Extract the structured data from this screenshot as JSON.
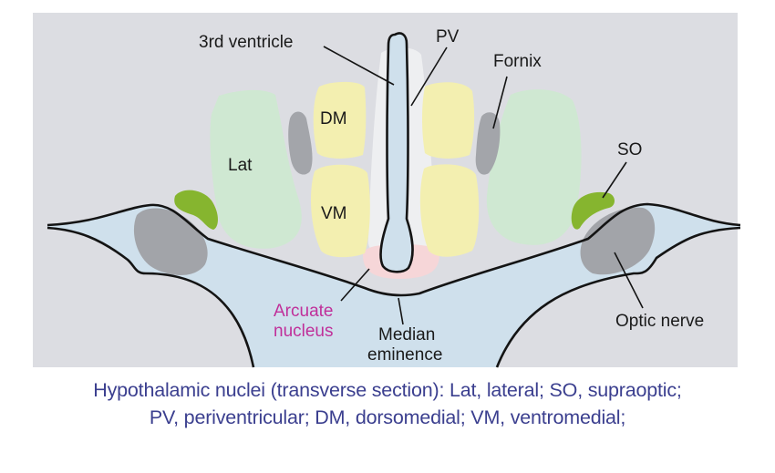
{
  "figure": {
    "title": "Hypothalamic nuclei (transverse section)",
    "colors": {
      "background": "#dcdde2",
      "csf_blue": "#cfe0ec",
      "lateral_green": "#cfe8d2",
      "dm_vm_yellow": "#f3efb0",
      "periventricular_white": "#eeeff1",
      "arcuate_pink": "#f6d6d8",
      "fornix_gray": "#a3a5aa",
      "optic_gray": "#a2a4a9",
      "supraoptic_green": "#86b52f",
      "outline": "#141414",
      "arcuate_label": "#c0309a",
      "caption": "#3b3f8f"
    },
    "labels": {
      "third_ventricle": "3rd ventricle",
      "pv": "PV",
      "fornix": "Fornix",
      "dm": "DM",
      "lat": "Lat",
      "vm": "VM",
      "so": "SO",
      "arcuate_line1": "Arcuate",
      "arcuate_line2": "nucleus",
      "median_line1": "Median",
      "median_line2": "eminence",
      "optic_nerve": "Optic nerve"
    }
  },
  "caption": {
    "line1": "Hypothalamic nuclei (transverse section): Lat, lateral; SO, supraoptic;",
    "line2": "PV, periventricular; DM, dorsomedial; VM, ventromedial;"
  }
}
